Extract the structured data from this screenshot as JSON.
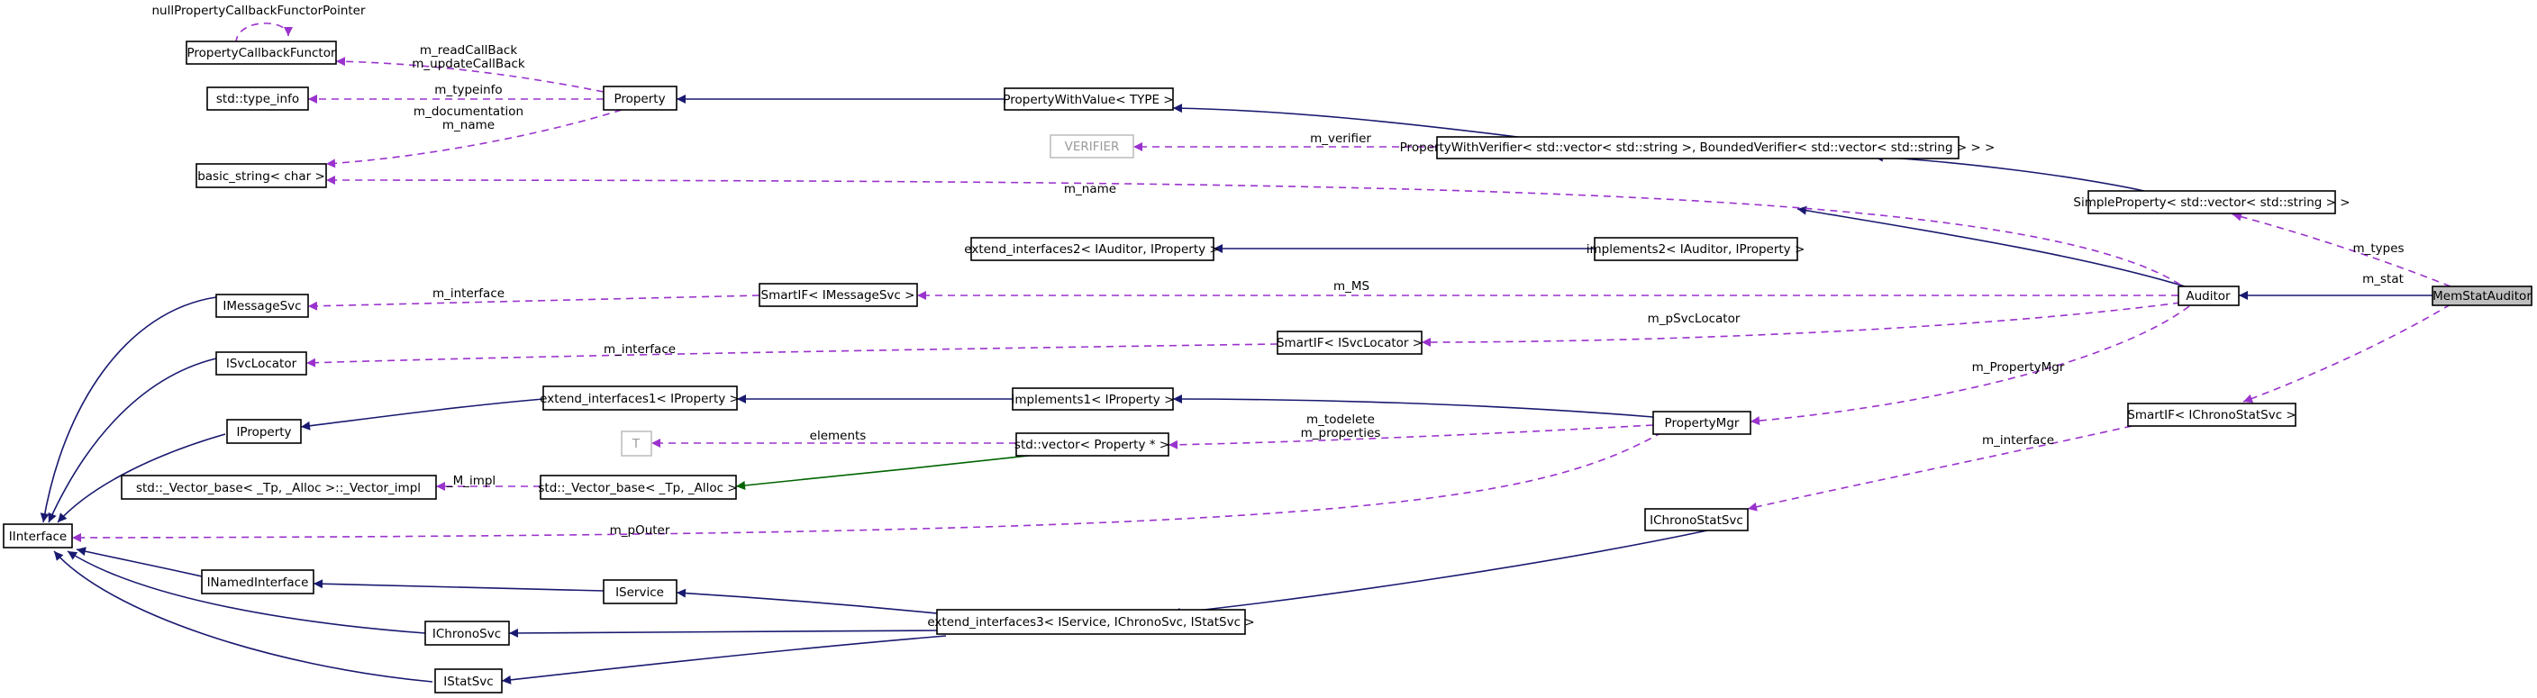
{
  "diagram": {
    "nodes": {
      "MemStatAuditor": "MemStatAuditor",
      "Auditor": "Auditor",
      "SimpleProperty": "SimpleProperty< std::vector< std::string > >",
      "PropertyWithVerifier": "PropertyWithVerifier< std::vector< std::string >, BoundedVerifier< std::vector< std::string > > >",
      "PropertyWithValue": "PropertyWithValue< TYPE >",
      "Property": "Property",
      "PropertyCallbackFunctor": "PropertyCallbackFunctor",
      "type_info": "std::type_info",
      "basic_string": "basic_string< char >",
      "VERIFIER": "VERIFIER",
      "implements2": "implements2< IAuditor, IProperty >",
      "extend_interfaces2": "extend_interfaces2< IAuditor, IProperty >",
      "SmartIF_IMessageSvc": "SmartIF< IMessageSvc >",
      "IMessageSvc": "IMessageSvc",
      "SmartIF_ISvcLocator": "SmartIF< ISvcLocator >",
      "ISvcLocator": "ISvcLocator",
      "PropertyMgr": "PropertyMgr",
      "implements1": "implements1< IProperty >",
      "extend_interfaces1": "extend_interfaces1< IProperty >",
      "IProperty": "IProperty",
      "vector_Property": "std::vector< Property * >",
      "T": "T",
      "Vector_base": "std::_Vector_base< _Tp, _Alloc >",
      "Vector_impl": "std::_Vector_base< _Tp, _Alloc >::_Vector_impl",
      "IInterface": "IInterface",
      "SmartIF_IChronoStatSvc": "SmartIF< IChronoStatSvc >",
      "IChronoStatSvc": "IChronoStatSvc",
      "extend_interfaces3": "extend_interfaces3< IService, IChronoSvc, IStatSvc >",
      "IService": "IService",
      "INamedInterface": "INamedInterface",
      "IChronoSvc": "IChronoSvc",
      "IStatSvc": "IStatSvc"
    },
    "edge_labels": {
      "nullPropertyCallbackFunctorPointer": "nullPropertyCallbackFunctorPointer",
      "m_readCallBack": "m_readCallBack",
      "m_updateCallBack": "m_updateCallBack",
      "m_typeinfo": "m_typeinfo",
      "m_documentation": "m_documentation",
      "m_name_prop": "m_name",
      "m_verifier": "m_verifier",
      "m_name": "m_name",
      "m_types": "m_types",
      "m_interface_msg": "m_interface",
      "m_MS": "m_MS",
      "m_interface_loc": "m_interface",
      "m_pSvcLocator": "m_pSvcLocator",
      "m_PropertyMgr": "m_PropertyMgr",
      "m_stat": "m_stat",
      "m_interface_chrono": "m_interface",
      "elements": "elements",
      "m_todelete": "m_todelete",
      "m_properties": "m_properties",
      "M_impl": "_M_impl",
      "m_pOuter": "m_pOuter"
    }
  }
}
